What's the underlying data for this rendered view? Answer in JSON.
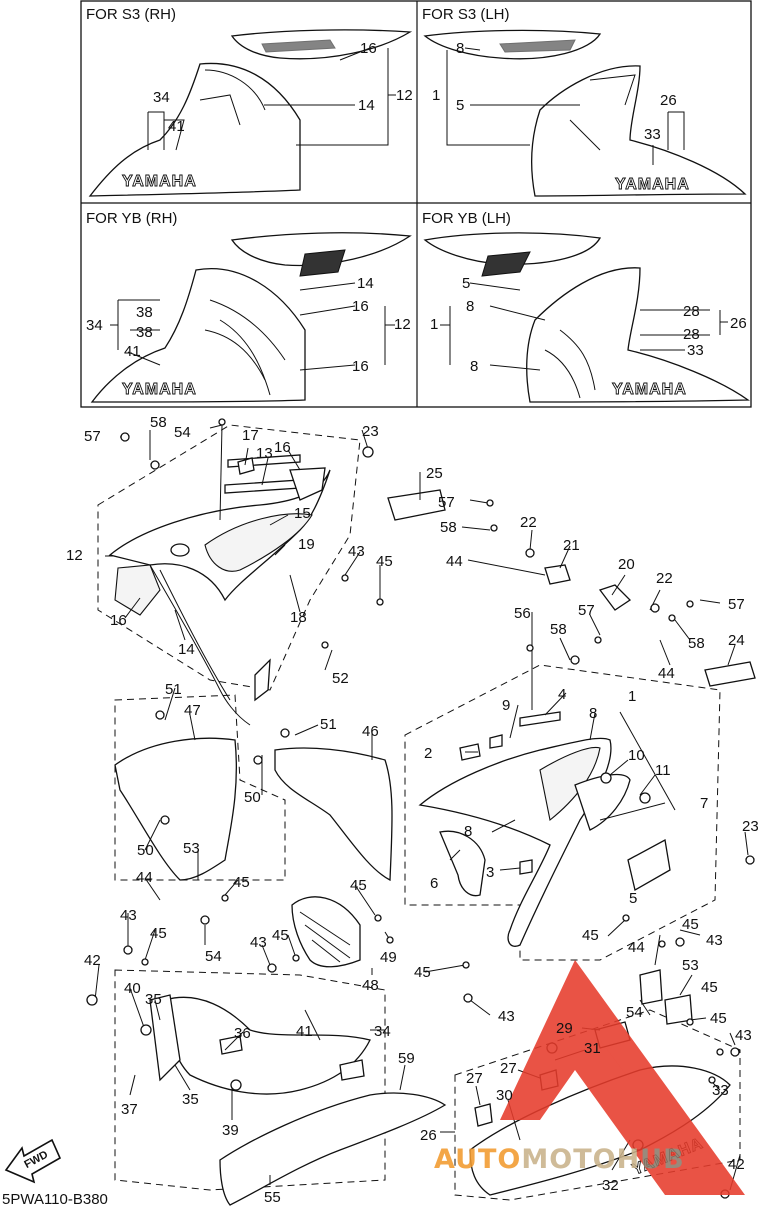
{
  "panels": {
    "s3_rh": "FOR S3 (RH)",
    "s3_lh": "FOR S3 (LH)",
    "yb_rh": "FOR YB (RH)",
    "yb_lh": "FOR YB (LH)"
  },
  "decal_text": "YAMAHA",
  "fwd_label": "FWD",
  "diagram_code": "5PWA110-B380",
  "watermark": {
    "text": "AUTOMOTOHUB",
    "color_main": "#e63c2c",
    "color_accent": "#f29a2e"
  },
  "callouts": [
    "1",
    "2",
    "3",
    "4",
    "5",
    "6",
    "7",
    "8",
    "9",
    "10",
    "11",
    "12",
    "13",
    "14",
    "15",
    "16",
    "17",
    "18",
    "19",
    "20",
    "21",
    "22",
    "23",
    "24",
    "25",
    "26",
    "27",
    "28",
    "29",
    "30",
    "31",
    "32",
    "33",
    "34",
    "35",
    "36",
    "37",
    "38",
    "39",
    "40",
    "41",
    "42",
    "43",
    "44",
    "45",
    "46",
    "47",
    "48",
    "49",
    "50",
    "51",
    "52",
    "53",
    "54",
    "55",
    "56",
    "57",
    "58",
    "59"
  ]
}
